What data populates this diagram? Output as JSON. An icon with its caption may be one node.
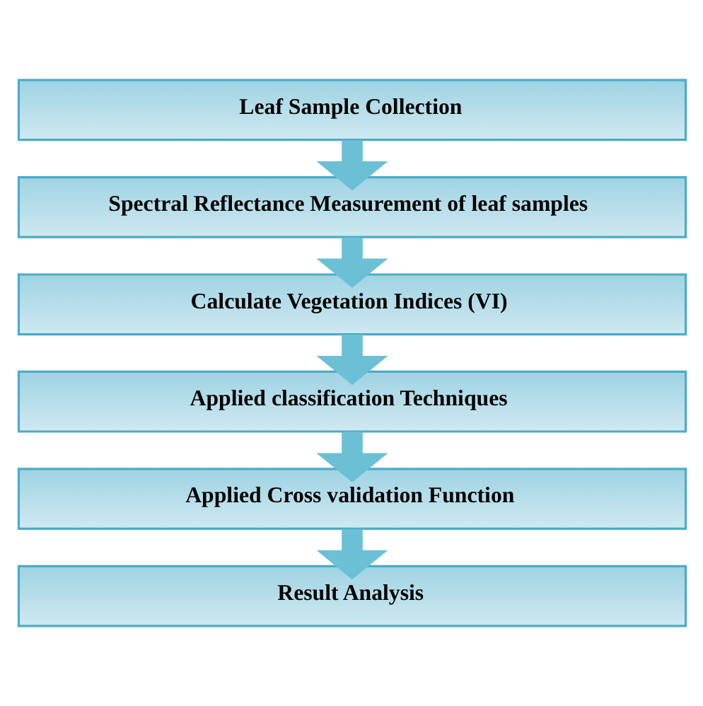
{
  "diagram": {
    "nodes": [
      {
        "text": [
          "Leaf Sample Collection"
        ]
      },
      {
        "text": [
          "Spectral Reflectance Measurement of leaf samples"
        ]
      },
      {
        "text": [
          "Calculate Vegetation Indices (VI)"
        ]
      },
      {
        "text": [
          "Applied classification Techniques"
        ]
      },
      {
        "text": [
          "Applied Cross validation Function"
        ]
      },
      {
        "text": [
          "Result Analysis"
        ]
      }
    ],
    "edges": [
      {
        "from": 0,
        "to": 1,
        "arrow": "to"
      },
      {
        "from": 1,
        "to": 2,
        "arrow": "to"
      },
      {
        "from": 2,
        "to": 3,
        "arrow": "to"
      },
      {
        "from": 3,
        "to": 4,
        "arrow": "to"
      },
      {
        "from": 4,
        "to": 5,
        "arrow": "to"
      }
    ]
  }
}
